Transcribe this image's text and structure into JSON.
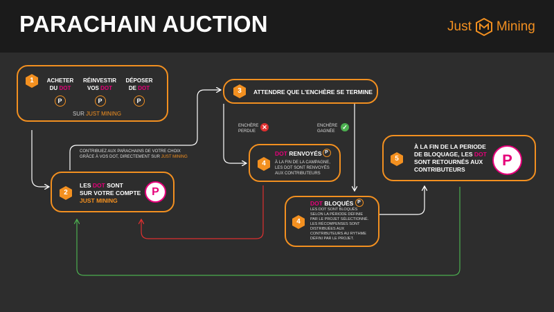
{
  "header": {
    "title": "PARACHAIN AUCTION",
    "logo_left": "Just",
    "logo_right": "Mining"
  },
  "step1": {
    "num": "1",
    "col1": {
      "line1": "ACHETER",
      "line2_pre": "DU ",
      "line2_dot": "DOT"
    },
    "col2": {
      "line1": "RÉINVESTIR",
      "line2_pre": "VOS ",
      "line2_dot": "DOT"
    },
    "col3": {
      "line1": "DÉPOSER",
      "line2_pre": "DE ",
      "line2_dot": "DOT"
    },
    "footer_pre": "SUR ",
    "footer_highlight": "JUST MINING"
  },
  "step2": {
    "num": "2",
    "line1_pre": "LES ",
    "line1_dot": "DOT",
    "line1_post": " SONT",
    "line2": "SUR VOTRE COMPTE",
    "line3": "JUST MINING"
  },
  "contrib_note": {
    "line1": "CONTRIBUEZ AUX PARACHAINS DE VOTRE CHOIX",
    "line2_pre": "GRÂCE À VOS DOT, DIRECTEMENT SUR ",
    "line2_highlight": "JUST MINING"
  },
  "step3": {
    "num": "3",
    "text": "ATTENDRE QUE L'ENCHÈRE SE TERMINE"
  },
  "lost": {
    "line1": "ENCHÈRE",
    "line2": "PERDUE"
  },
  "won": {
    "line1": "ENCHÈRE",
    "line2": "GAGNÉE"
  },
  "step4a": {
    "num": "4",
    "title_dot": "DOT",
    "title_rest": " RENVOYÉS",
    "l1": "À LA FIN DE LA CAMPAGNE,",
    "l2": "LES DOT SONT RENVOYÉS",
    "l3": "AUX CONTRIBUTEURS"
  },
  "step4b": {
    "num": "4",
    "title_dot": "DOT",
    "title_rest": " BLOQUÉS",
    "l1": "LES DOT SONT BLOQUÉS",
    "l2": "SELON LA PÉRIODE DÉFINIE",
    "l3": "PAR LE PROJET SÉLECTIONNÉ.",
    "l4": "LES RÉCOMPENSES SONT",
    "l5": "DISTRIBUÉES AUX",
    "l6": "CONTRIBUTEURS AU RYTHME",
    "l7": "DÉFINI PAR LE PROJET."
  },
  "step5": {
    "num": "5",
    "l1": "À LA FIN DE LA PERIODE",
    "l2_pre": "DE BLOQUAGE, LES ",
    "l2_dot": "DOT",
    "l3": "SONT RETOURNÉS AUX",
    "l4": "CONTRIBUTEURS"
  },
  "p_glyph": "P",
  "colors": {
    "accent": "#f39020",
    "pink": "#e6007a",
    "green": "#4caf50",
    "red": "#e03030",
    "bg": "#2d2d2d",
    "header": "#1b1b1b"
  }
}
